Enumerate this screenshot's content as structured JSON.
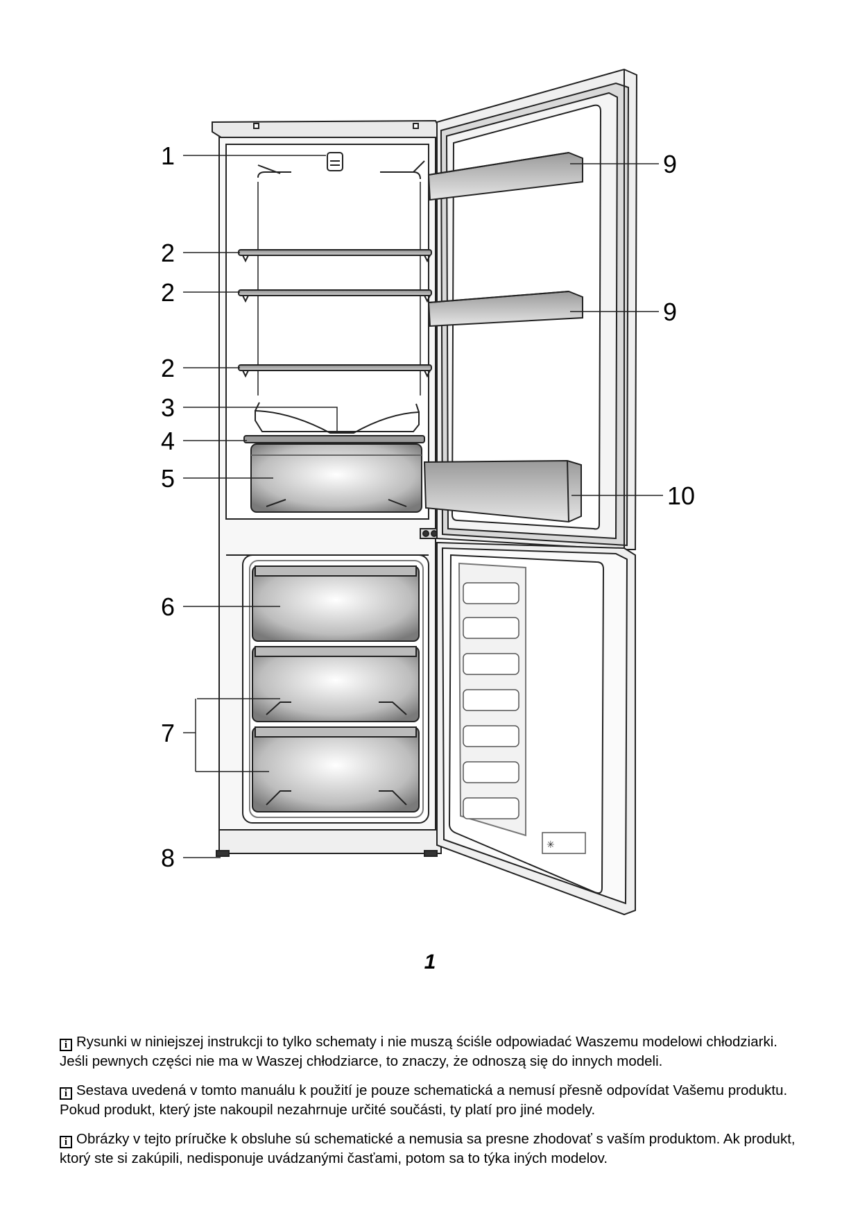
{
  "figure": {
    "number": "1",
    "callouts": {
      "c1": "1",
      "c2a": "2",
      "c2b": "2",
      "c2c": "2",
      "c3": "3",
      "c4": "4",
      "c5": "5",
      "c6": "6",
      "c7": "7",
      "c8": "8",
      "c9a": "9",
      "c9b": "9",
      "c10": "10"
    }
  },
  "notes": [
    {
      "icon": "info-icon",
      "text": "Rysunki w niniejszej instrukcji to tylko schematy i nie muszą ściśle odpowiadać Waszemu modelowi chłodziarki. Jeśli pewnych części nie ma w Waszej chłodziarce, to znaczy, że odnoszą się do innych modeli."
    },
    {
      "icon": "info-icon",
      "text": "Sestava uvedená v tomto manuálu k použití je pouze schematická a nemusí přesně odpovídat Vašemu produktu. Pokud produkt, který jste nakoupil nezahrnuje určité součásti, ty platí pro jiné modely."
    },
    {
      "icon": "info-icon",
      "text": "Obrázky v tejto príručke k obsluhe sú schematické a nemusia sa presne zhodovať s vaším produktom. Ak produkt, ktorý ste si zakúpili, nedisponuje uvádzanými časťami, potom sa to týka iných modelov."
    }
  ]
}
